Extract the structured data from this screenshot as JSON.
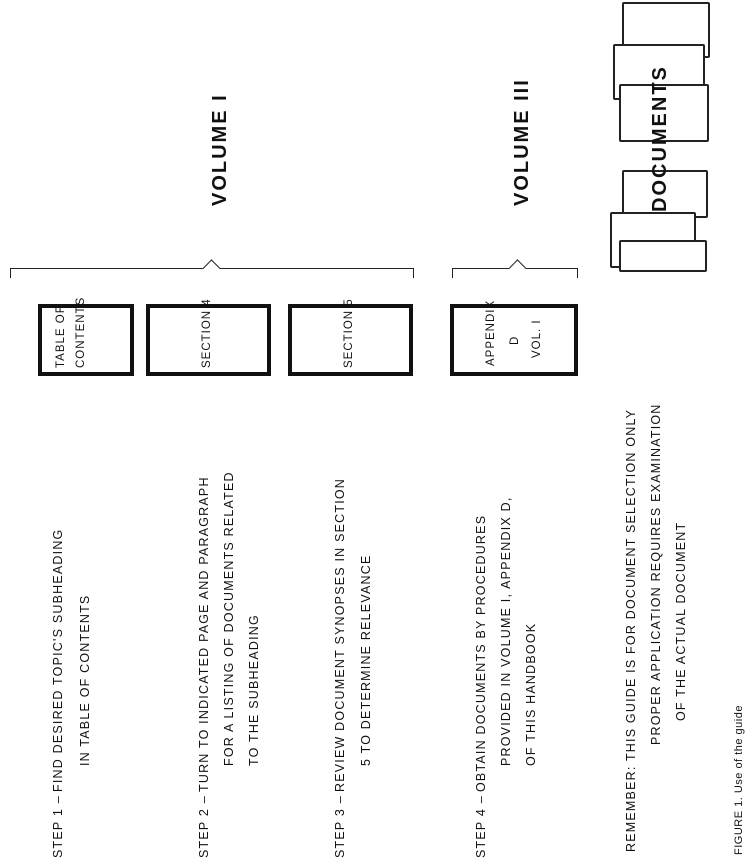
{
  "steps": [
    {
      "label": "STEP 1",
      "lines": [
        "FIND DESIRED TOPIC'S SUBHEADING",
        "IN TABLE OF CONTENTS"
      ]
    },
    {
      "label": "STEP 2",
      "lines": [
        "TURN TO INDICATED PAGE AND PARAGRAPH",
        "FOR A LISTING OF DOCUMENTS RELATED",
        "TO THE SUBHEADING"
      ]
    },
    {
      "label": "STEP 3",
      "lines": [
        "REVIEW DOCUMENT SYNOPSES IN SECTION",
        "5 TO DETERMINE RELEVANCE"
      ]
    },
    {
      "label": "STEP 4",
      "lines": [
        "OBTAIN DOCUMENTS BY PROCEDURES",
        "PROVIDED IN VOLUME I, APPENDIX D,",
        "OF THIS HANDBOOK"
      ]
    }
  ],
  "step_dash": "–",
  "boxes": [
    {
      "lines": [
        "TABLE OF",
        "CONTENTS"
      ]
    },
    {
      "lines": [
        "SECTION 4"
      ]
    },
    {
      "lines": [
        "SECTION 5"
      ]
    },
    {
      "lines": [
        "APPENDIX",
        "D",
        "VOL. I"
      ]
    }
  ],
  "volumes": {
    "vol1": "VOLUME I",
    "vol3": "VOLUME III"
  },
  "documents_label": "DOCUMENTS",
  "remember": {
    "prefix": "REMEMBER:",
    "lines": [
      "THIS GUIDE IS FOR DOCUMENT SELECTION ONLY",
      "PROPER APPLICATION REQUIRES EXAMINATION",
      "OF THE ACTUAL DOCUMENT"
    ]
  },
  "figure_caption": "FIGURE 1.  Use of the guide"
}
